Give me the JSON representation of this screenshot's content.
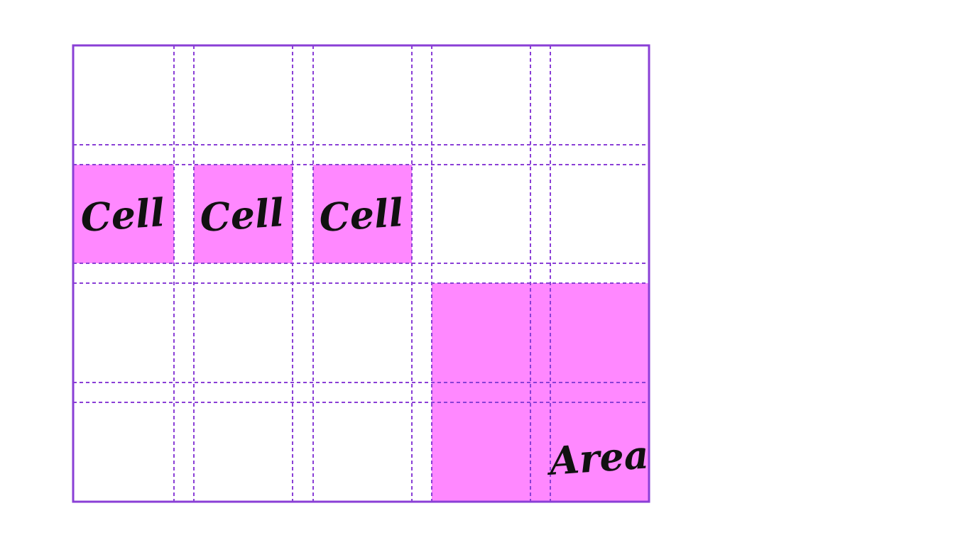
{
  "diagram": {
    "colors": {
      "border": "#8a3fd6",
      "highlight": "#ff88ff",
      "text": "#111111",
      "background": "#ffffff"
    },
    "cell_labels": [
      "Cell",
      "Cell",
      "Cell"
    ],
    "area_label": "Area"
  }
}
